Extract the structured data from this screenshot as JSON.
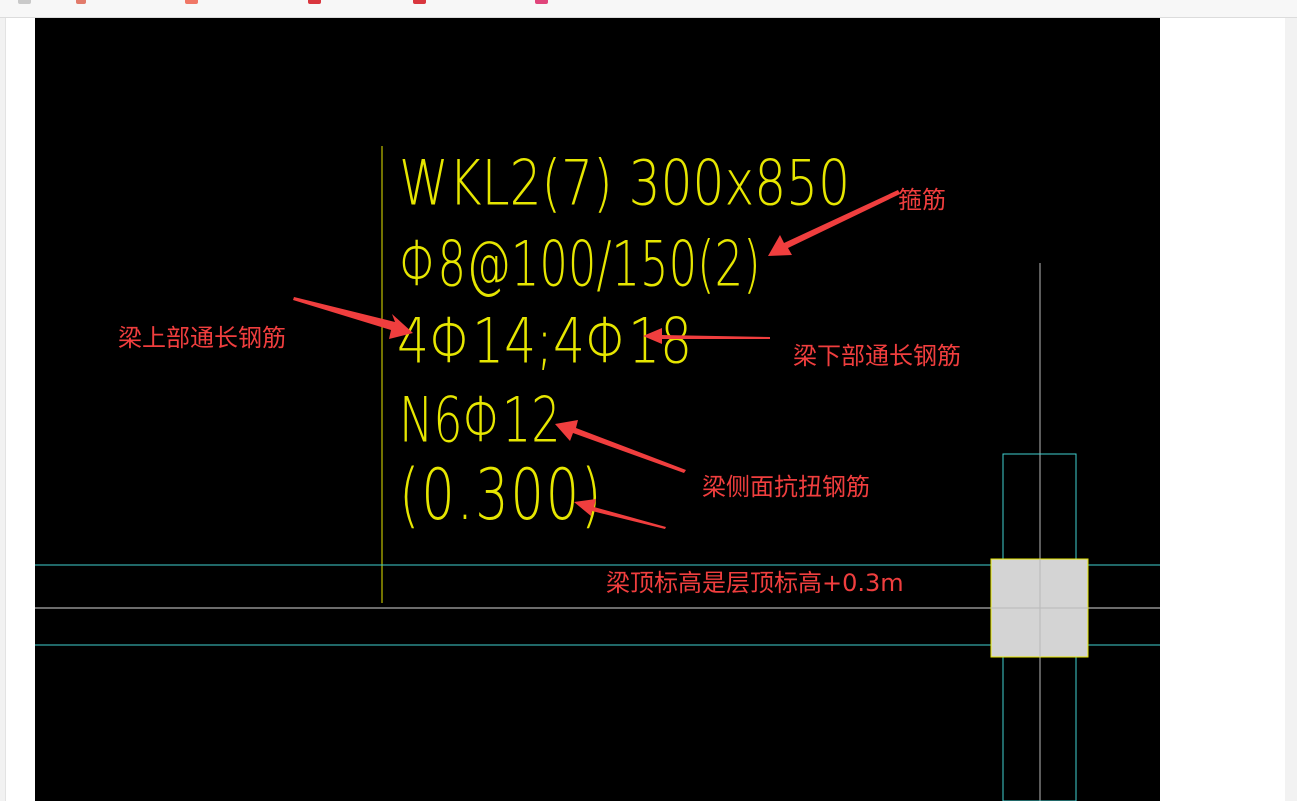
{
  "colors": {
    "canvas": "#000000",
    "cad_text": "#e6e600",
    "grid_line": "#3fd0d0",
    "column_fill": "#d4d4d4",
    "annotation": "#f03e3e"
  },
  "browser_tabs": [
    {
      "icon": "tab-icon",
      "color": "#c9c9c9"
    },
    {
      "icon": "tab-icon",
      "color": "#e27b6b"
    },
    {
      "icon": "tab-icon",
      "color": "#f07766"
    },
    {
      "icon": "tab-icon",
      "color": "#d9363e"
    },
    {
      "icon": "tab-icon",
      "color": "#d9363e"
    },
    {
      "icon": "tab-icon",
      "color": "#e0457b"
    }
  ],
  "beam_annotation": {
    "line1": "WKL2(7) 300x850",
    "line2": "Φ8@100/150(2)",
    "line3": "4Φ14;4Φ18",
    "line4": "N6Φ12",
    "line5": "(0.300)"
  },
  "callouts": {
    "stirrup": "箍筋",
    "top_bar": "梁上部通长钢筋",
    "bottom_bar": "梁下部通长钢筋",
    "torsion_bar": "梁侧面抗扭钢筋",
    "elevation": "梁顶标高是层顶标高+0.3m"
  }
}
